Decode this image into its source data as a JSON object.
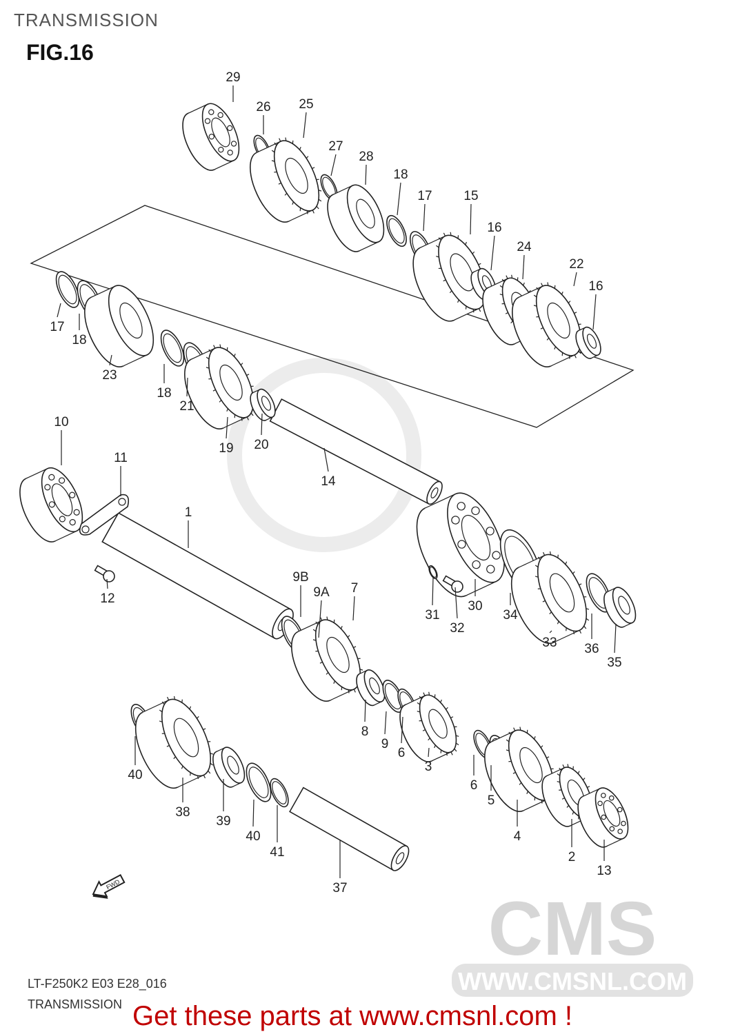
{
  "header": {
    "title": "TRANSMISSION",
    "figure": "FIG.16"
  },
  "watermark": {
    "logo": "CMS",
    "url": "WWW.CMSNL.COM"
  },
  "callouts": [
    "29",
    "26",
    "25",
    "27",
    "28",
    "18",
    "17",
    "15",
    "16",
    "24",
    "22",
    "16",
    "17",
    "18",
    "23",
    "18",
    "21",
    "19",
    "20",
    "10",
    "11",
    "14",
    "1",
    "12",
    "9B",
    "9A",
    "7",
    "31",
    "32",
    "30",
    "34",
    "33",
    "36",
    "35",
    "8",
    "9",
    "6",
    "3",
    "6",
    "5",
    "4",
    "2",
    "13",
    "40",
    "38",
    "39",
    "40",
    "41",
    "37"
  ],
  "fwd_arrow": "FWD",
  "footer": {
    "model_code": "LT-F250K2 E03 E28_016",
    "section": "TRANSMISSION",
    "promo": "Get these parts at www.cmsnl.com !"
  }
}
